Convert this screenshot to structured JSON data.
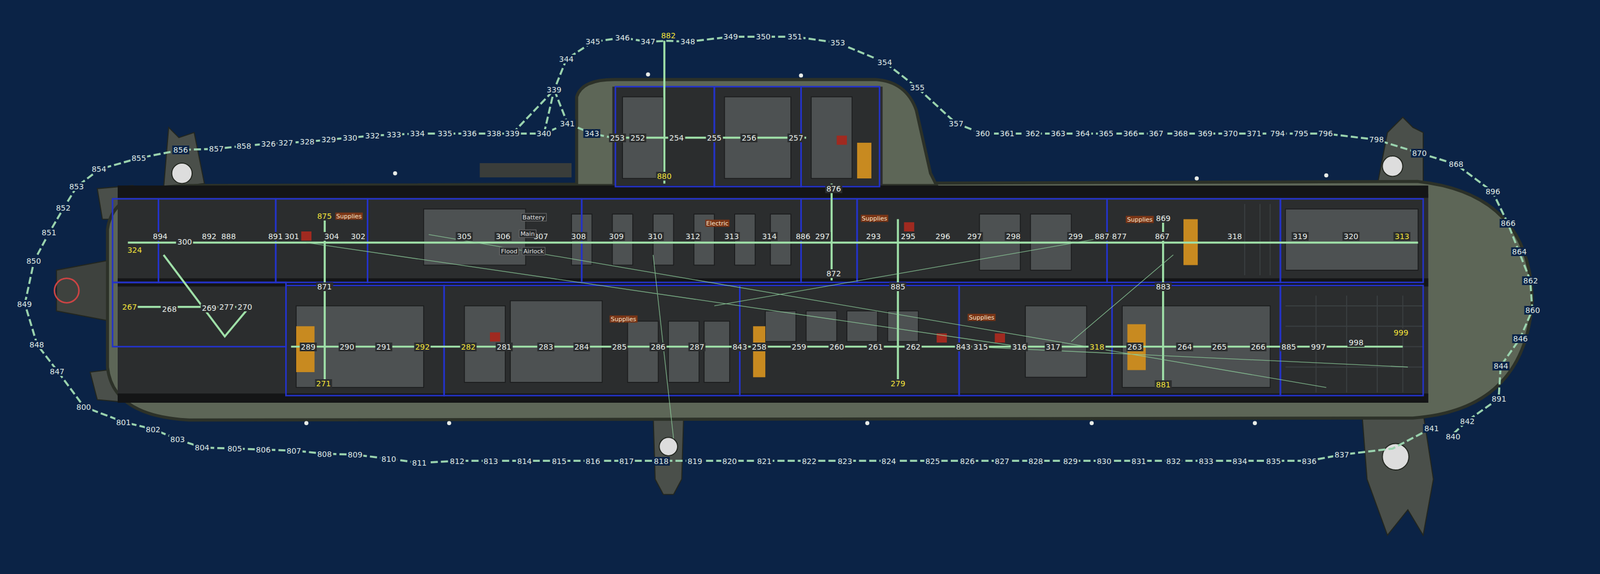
{
  "diagram": {
    "labels": [
      "345",
      "346",
      "347",
      "882",
      "348",
      "349",
      "350",
      "351",
      "353",
      "354",
      "355",
      "357",
      "360",
      "361",
      "362",
      "363",
      "364",
      "365",
      "366",
      "367",
      "368",
      "369",
      "370",
      "371",
      "794",
      "795",
      "796",
      "798",
      "870",
      "868",
      "896",
      "866",
      "864",
      "862",
      "860",
      "846",
      "844",
      "891",
      "842",
      "840",
      "841",
      "837",
      "836",
      "835",
      "834",
      "833",
      "832",
      "831",
      "830",
      "829",
      "828",
      "827",
      "826",
      "825",
      "824",
      "823",
      "822",
      "821",
      "820",
      "819",
      "818",
      "817",
      "816",
      "815",
      "814",
      "813",
      "812",
      "811",
      "810",
      "809",
      "808",
      "807",
      "806",
      "805",
      "804",
      "803",
      "802",
      "801",
      "800",
      "847",
      "848",
      "849",
      "850",
      "851",
      "852",
      "853",
      "854",
      "855",
      "856",
      "857",
      "858",
      "326",
      "327",
      "328",
      "329",
      "330",
      "332",
      "333",
      "334",
      "335",
      "336",
      "338",
      "339",
      "340",
      "341",
      "343",
      "344",
      "339",
      "894",
      "300",
      "892",
      "888",
      "891",
      "301",
      "304",
      "302",
      "305",
      "306",
      "307",
      "308",
      "309",
      "310",
      "312",
      "313",
      "314",
      "886",
      "297",
      "293",
      "295",
      "296",
      "297",
      "298",
      "299",
      "887",
      "877",
      "867",
      "318",
      "319",
      "320",
      "313",
      "875",
      "869",
      "Supplies",
      "Supplies",
      "Supplies",
      "Electric",
      "Battery",
      "Main",
      "Flood",
      "Airlock",
      "324",
      "267",
      "268",
      "269",
      "277",
      "270",
      "289",
      "290",
      "291",
      "292",
      "282",
      "281",
      "283",
      "284",
      "285",
      "286",
      "287",
      "843",
      "258",
      "259",
      "260",
      "261",
      "262",
      "843",
      "315",
      "316",
      "317",
      "318",
      "263",
      "264",
      "265",
      "266",
      "885",
      "997",
      "998",
      "999",
      "271",
      "279",
      "881",
      "871",
      "876",
      "872",
      "885",
      "883",
      "Supplies",
      "Supplies",
      "253",
      "252",
      "254",
      "255",
      "256",
      "257",
      "880"
    ]
  }
}
